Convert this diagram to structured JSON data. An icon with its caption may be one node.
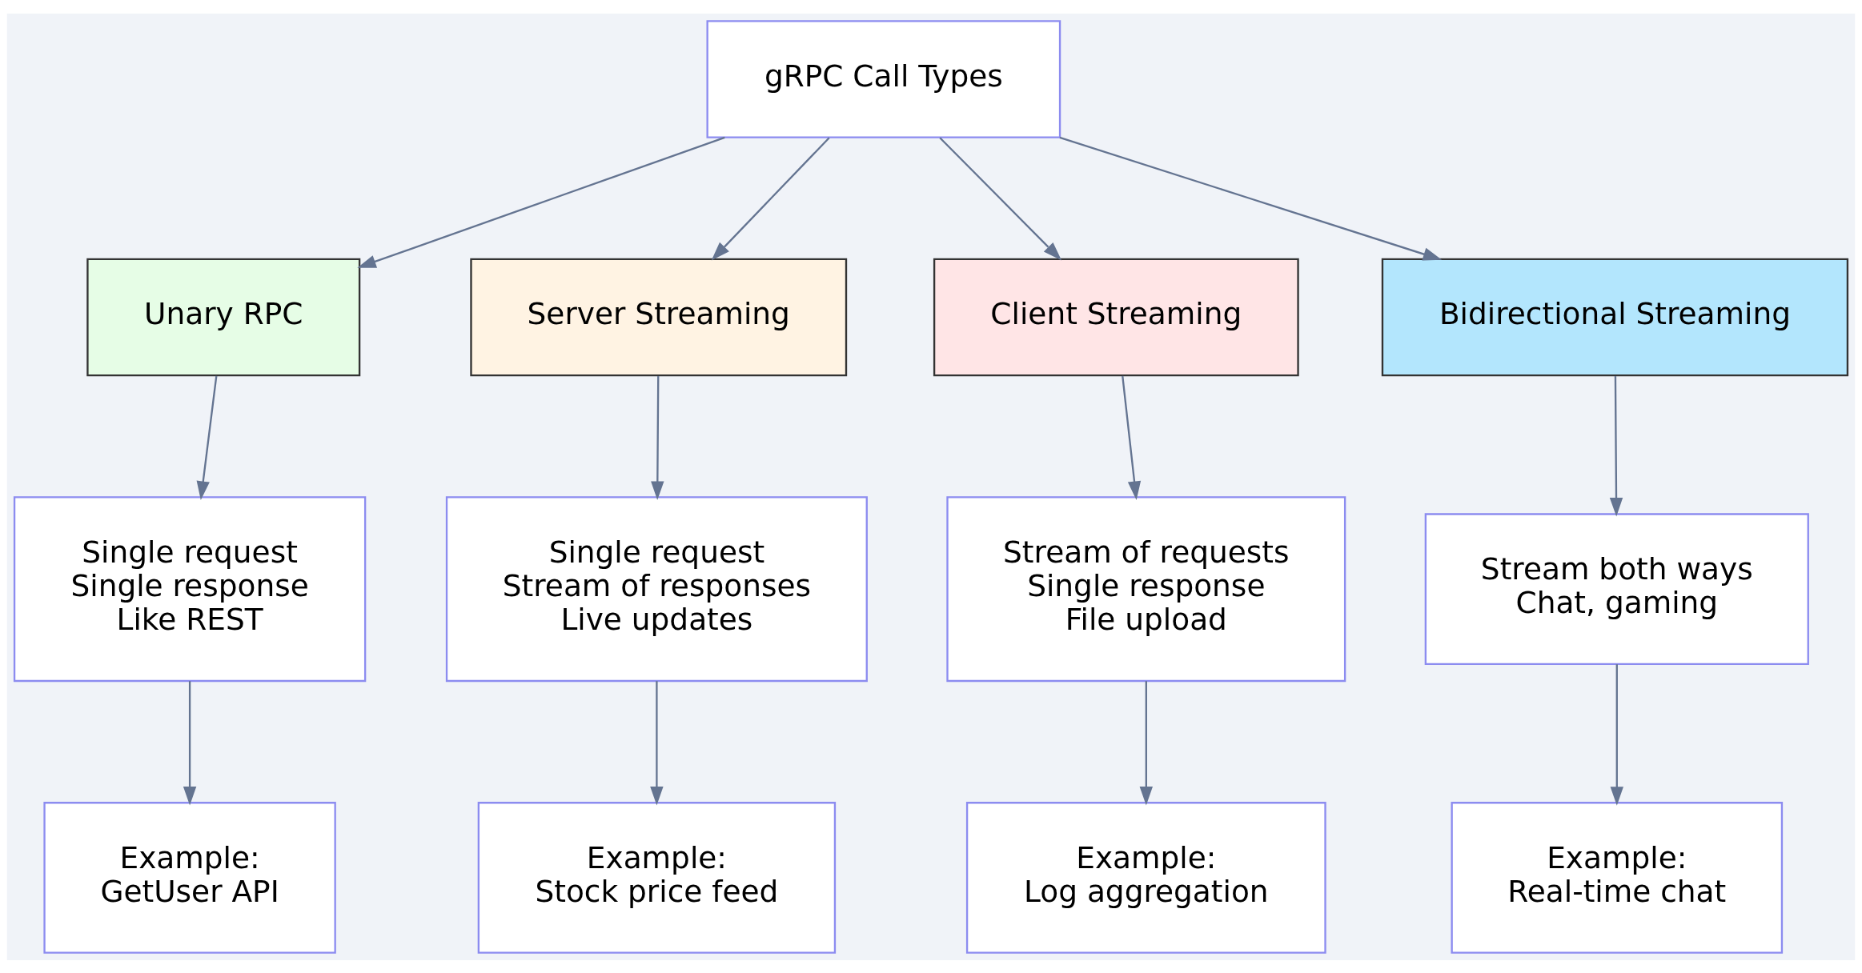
{
  "diagram": {
    "nodes": [
      {
        "text": [
          "gRPC Call Types"
        ]
      },
      {
        "text": [
          "Unary RPC"
        ]
      },
      {
        "text": [
          "Server Streaming"
        ]
      },
      {
        "text": [
          "Client Streaming"
        ]
      },
      {
        "text": [
          "Bidirectional Streaming"
        ]
      },
      {
        "text": [
          "Single request",
          "Single response",
          "Like REST"
        ]
      },
      {
        "text": [
          "Single request",
          "Stream of responses",
          "Live updates"
        ]
      },
      {
        "text": [
          "Stream of requests",
          "Single response",
          "File upload"
        ]
      },
      {
        "text": [
          "Stream both ways",
          "Chat, gaming"
        ]
      },
      {
        "text": [
          "Example:",
          "GetUser API"
        ]
      },
      {
        "text": [
          "Example:",
          "Stock price feed"
        ]
      },
      {
        "text": [
          "Example:",
          "Log aggregation"
        ]
      },
      {
        "text": [
          "Example:",
          "Real-time chat"
        ]
      }
    ],
    "edges": [
      {
        "from": 0,
        "to": 1,
        "arrow": "to"
      },
      {
        "from": 0,
        "to": 2,
        "arrow": "to"
      },
      {
        "from": 0,
        "to": 3,
        "arrow": "to"
      },
      {
        "from": 0,
        "to": 4,
        "arrow": "to"
      },
      {
        "from": 1,
        "to": 5,
        "arrow": "to"
      },
      {
        "from": 2,
        "to": 6,
        "arrow": "to"
      },
      {
        "from": 3,
        "to": 7,
        "arrow": "to"
      },
      {
        "from": 4,
        "to": 8,
        "arrow": "to"
      },
      {
        "from": 5,
        "to": 9,
        "arrow": "to"
      },
      {
        "from": 6,
        "to": 10,
        "arrow": "to"
      },
      {
        "from": 7,
        "to": 11,
        "arrow": "to"
      },
      {
        "from": 8,
        "to": 12,
        "arrow": "to"
      }
    ]
  }
}
